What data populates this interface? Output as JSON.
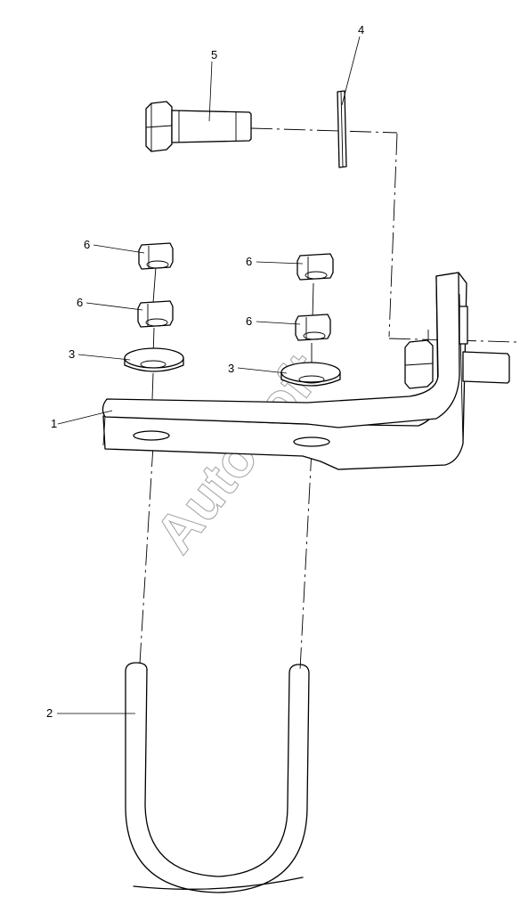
{
  "callouts": {
    "c1": "1",
    "c2": "2",
    "c3a": "3",
    "c3b": "3",
    "c4": "4",
    "c5": "5",
    "c6a": "6",
    "c6b": "6",
    "c6c": "6",
    "c6d": "6"
  },
  "watermark": "AutoSoft",
  "colors": {
    "line": "#000000",
    "watermark": "#a8a8a8",
    "background": "#ffffff"
  }
}
